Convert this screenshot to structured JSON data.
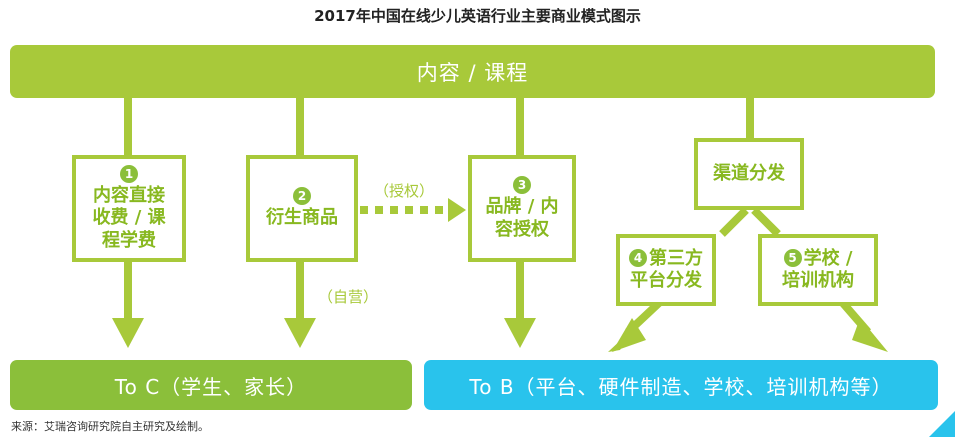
{
  "title": "2017年中国在线少儿英语行业主要商业模式图示",
  "top_bar": {
    "label": "内容 / 课程"
  },
  "boxes": {
    "direct": {
      "number": "1",
      "lines": [
        "内容直接",
        "收费 / 课",
        "程学费"
      ]
    },
    "derivative": {
      "number": "2",
      "lines": [
        "衍生商品"
      ]
    },
    "brand": {
      "number": "3",
      "lines": [
        "品牌 / 内",
        "容授权"
      ]
    },
    "channel": {
      "lines": [
        "渠道分发"
      ]
    },
    "third_party": {
      "number": "4",
      "lines": [
        "第三方",
        "平台分发"
      ]
    },
    "school": {
      "number": "5",
      "lines": [
        "学校 /",
        "培训机构"
      ]
    }
  },
  "notes": {
    "license": "（授权）",
    "self_run": "（自营）"
  },
  "bottom": {
    "to_c": "To C（学生、家长）",
    "to_b": "To B（平台、硬件制造、学校、培训机构等）"
  },
  "source": "来源：艾瑞咨询研究院自主研究及绘制。",
  "colors": {
    "green": "#a8c93a",
    "dark_green": "#8bbf3a",
    "blue": "#29c3ec",
    "text_green": "#88b820"
  }
}
